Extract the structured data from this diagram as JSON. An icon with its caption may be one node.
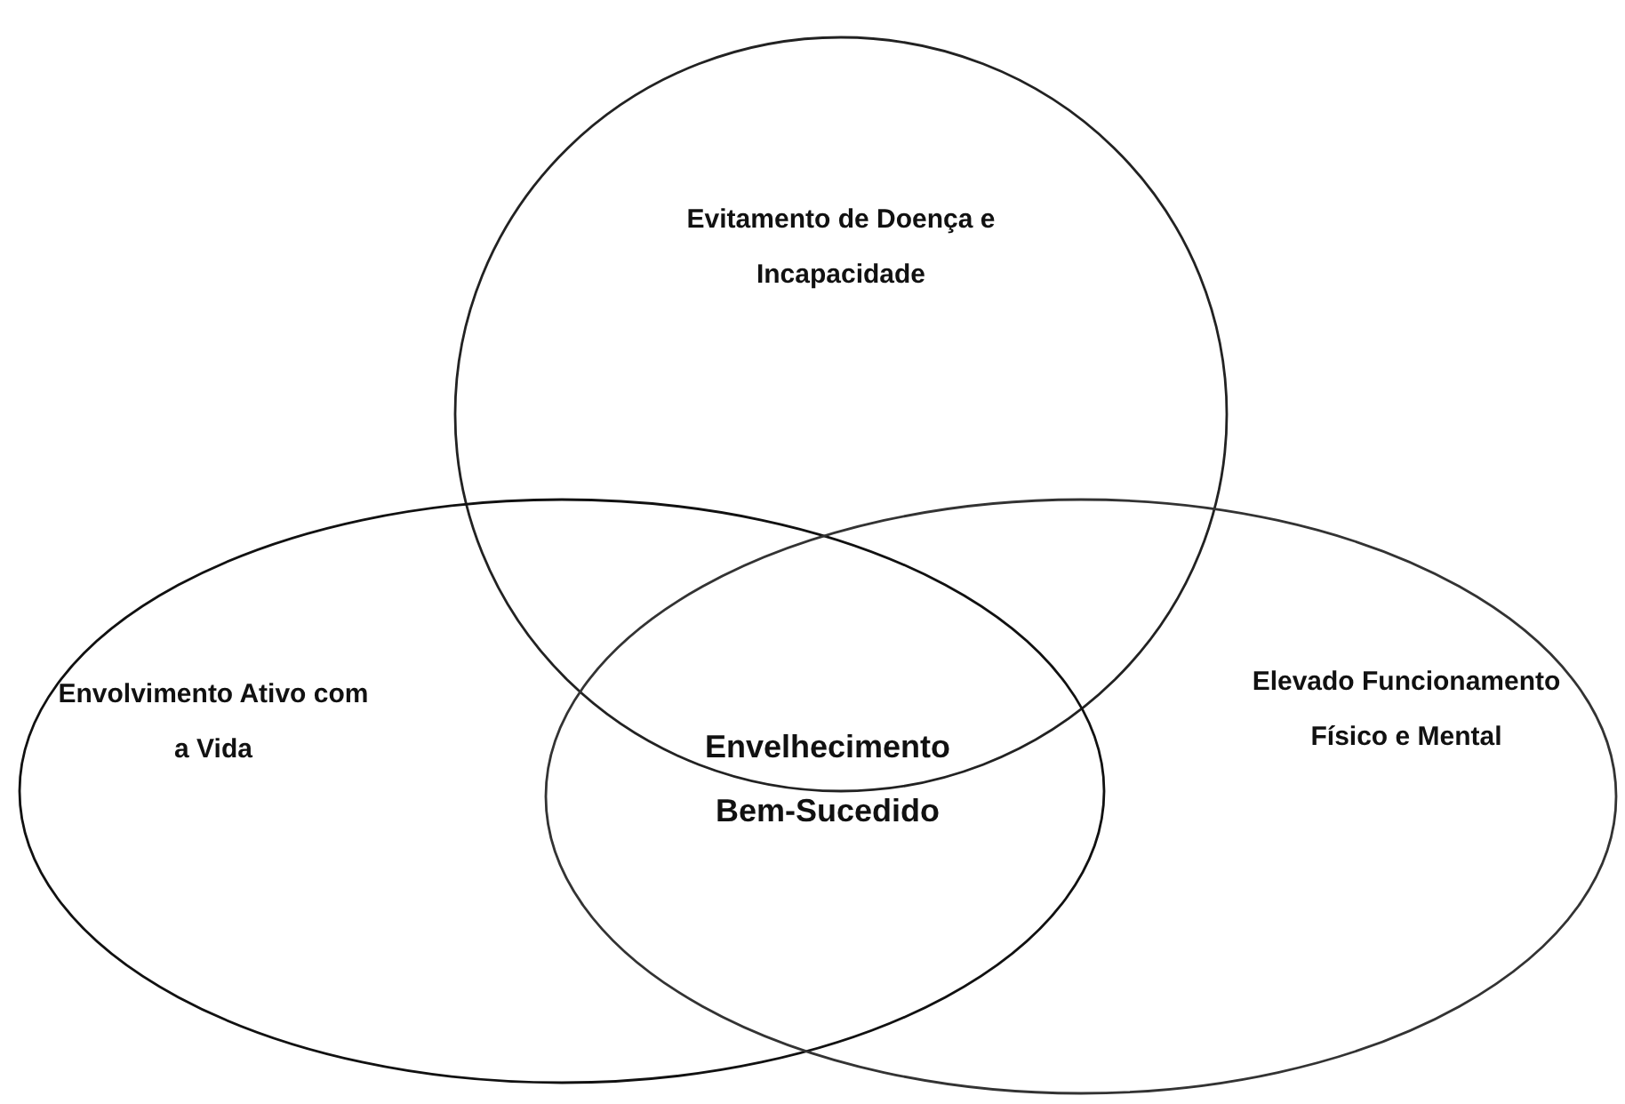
{
  "diagram": {
    "nodes": [
      {
        "text": [
          "Evitamento de Doença e Incapacidade"
        ]
      },
      {
        "text": [
          "Envolvimento Ativo com a Vida"
        ]
      },
      {
        "text": [
          "Elevado Funcionamento Físico e Mental"
        ]
      }
    ],
    "labels": [
      "Envelhecimento Bem-Sucedido"
    ]
  }
}
